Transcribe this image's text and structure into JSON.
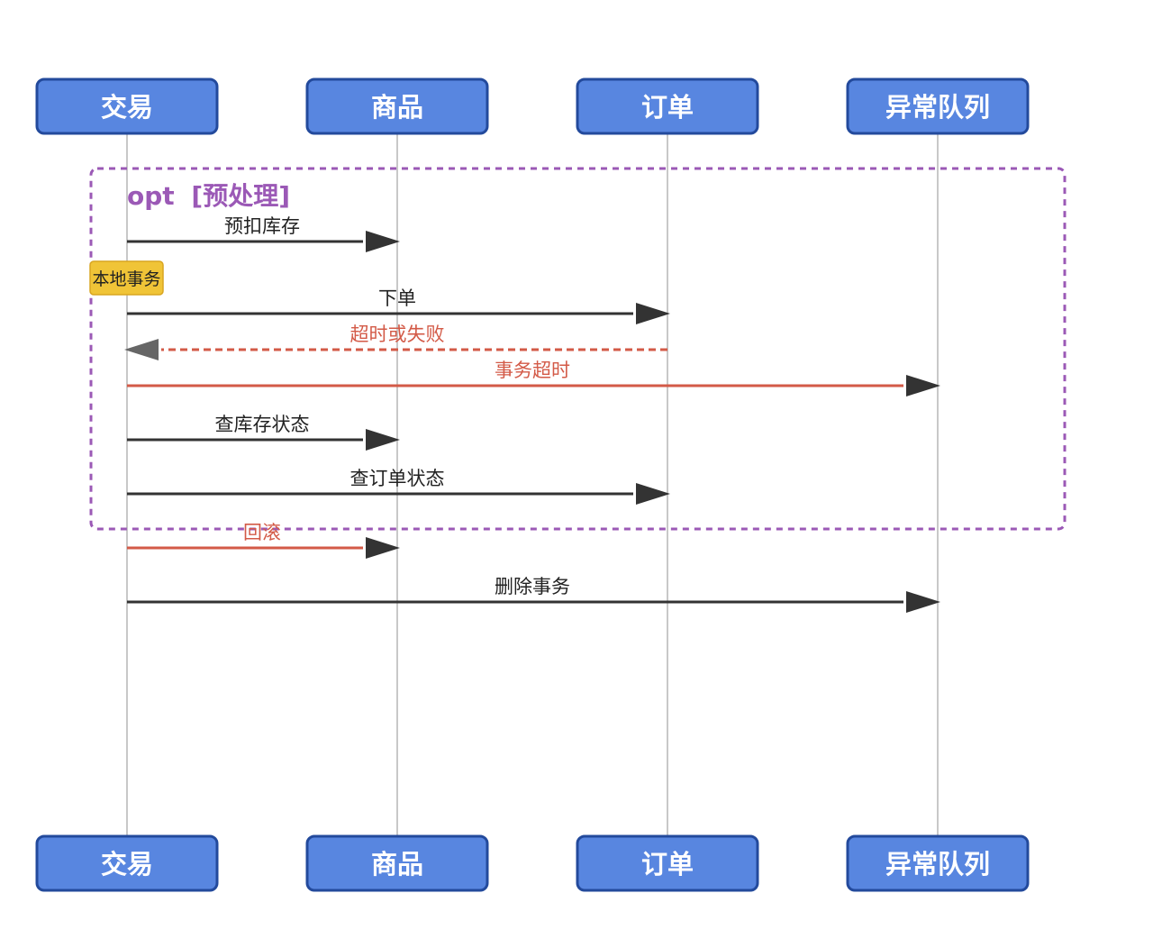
{
  "participants": [
    {
      "id": "trade",
      "label": "交易"
    },
    {
      "id": "goods",
      "label": "商品"
    },
    {
      "id": "order",
      "label": "订单"
    },
    {
      "id": "queue",
      "label": "异常队列"
    }
  ],
  "opt_block": {
    "keyword": "opt",
    "condition": "[预处理]"
  },
  "note": {
    "text": "本地事务",
    "over": "trade"
  },
  "messages": [
    {
      "from": "trade",
      "to": "goods",
      "label": "预扣库存",
      "style": "solid",
      "color": "#333333"
    },
    {
      "from": "trade",
      "to": "order",
      "label": "下单",
      "style": "solid",
      "color": "#333333"
    },
    {
      "from": "order",
      "to": "trade",
      "label": "超时或失败",
      "style": "dashed",
      "color": "#d35a47"
    },
    {
      "from": "trade",
      "to": "queue",
      "label": "事务超时",
      "style": "solid",
      "color": "#d35a47"
    },
    {
      "from": "trade",
      "to": "goods",
      "label": "查库存状态",
      "style": "solid",
      "color": "#333333"
    },
    {
      "from": "trade",
      "to": "order",
      "label": "查订单状态",
      "style": "solid",
      "color": "#333333"
    },
    {
      "from": "trade",
      "to": "goods",
      "label": "回滚",
      "style": "solid",
      "color": "#d35a47"
    },
    {
      "from": "trade",
      "to": "queue",
      "label": "删除事务",
      "style": "solid",
      "color": "#333333"
    }
  ],
  "colors": {
    "actor_fill": "#5886e0",
    "actor_border": "#234a9c",
    "opt_frame": "#9b59b6",
    "note_fill": "#f0c437",
    "arrow_dark": "#333333",
    "arrow_red": "#d35a47",
    "return_arrowhead": "#666666"
  }
}
